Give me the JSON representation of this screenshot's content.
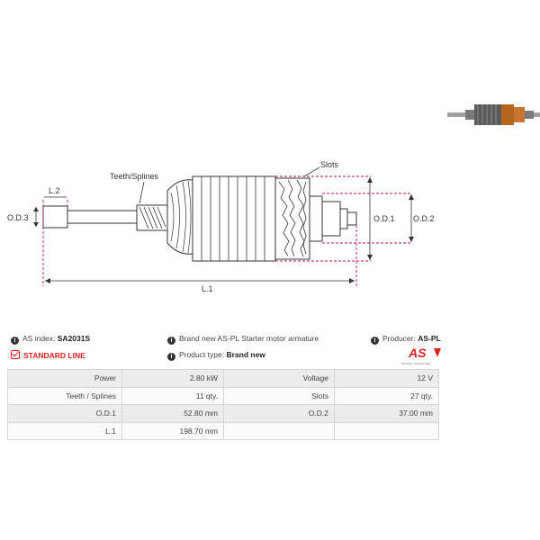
{
  "diagram": {
    "labels": {
      "teeth": "Teeth/Splines",
      "slots": "Slots",
      "l2": "L.2",
      "od3": "O.D.3",
      "od1": "O.D.1",
      "od2": "O.D.2",
      "l1": "L.1"
    }
  },
  "info": {
    "index_label": "AS index:",
    "index_value": "SA2031S",
    "standard_line": "STANDARD LINE",
    "description": "Brand new AS-PL Starter motor armature",
    "product_type_label": "Product type:",
    "product_type_value": "Brand new",
    "producer_label": "Producer:",
    "producer_value": "AS-PL",
    "logo_text": "AS",
    "logo_tagline": "Alternators, Starters & Parts"
  },
  "specs": [
    {
      "l1": "Power",
      "v1": "2.80 kW",
      "l2": "Voltage",
      "v2": "12 V"
    },
    {
      "l1": "Teeth / Splines",
      "v1": "11 qty.",
      "l2": "Slots",
      "v2": "27 qty."
    },
    {
      "l1": "O.D.1",
      "v1": "52.80 mm",
      "l2": "O.D.2",
      "v2": "37.00 mm"
    },
    {
      "l1": "L.1",
      "v1": "198.70 mm",
      "l2": "",
      "v2": ""
    }
  ],
  "colors": {
    "accent": "#e02020",
    "table_stripe": "#ececec",
    "line": "#333333",
    "dash": "#b01060"
  }
}
